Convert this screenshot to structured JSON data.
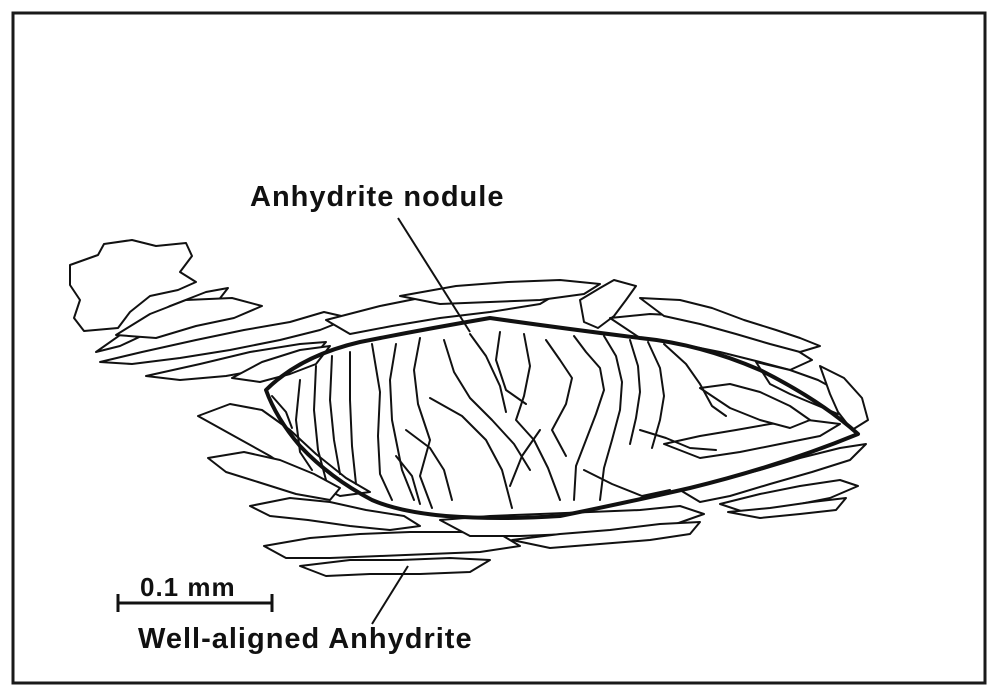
{
  "labels": {
    "nodule": "Anhydrite nodule",
    "aligned": "Well-aligned Anhydrite"
  },
  "scale_bar": {
    "label": "0.1 mm"
  }
}
